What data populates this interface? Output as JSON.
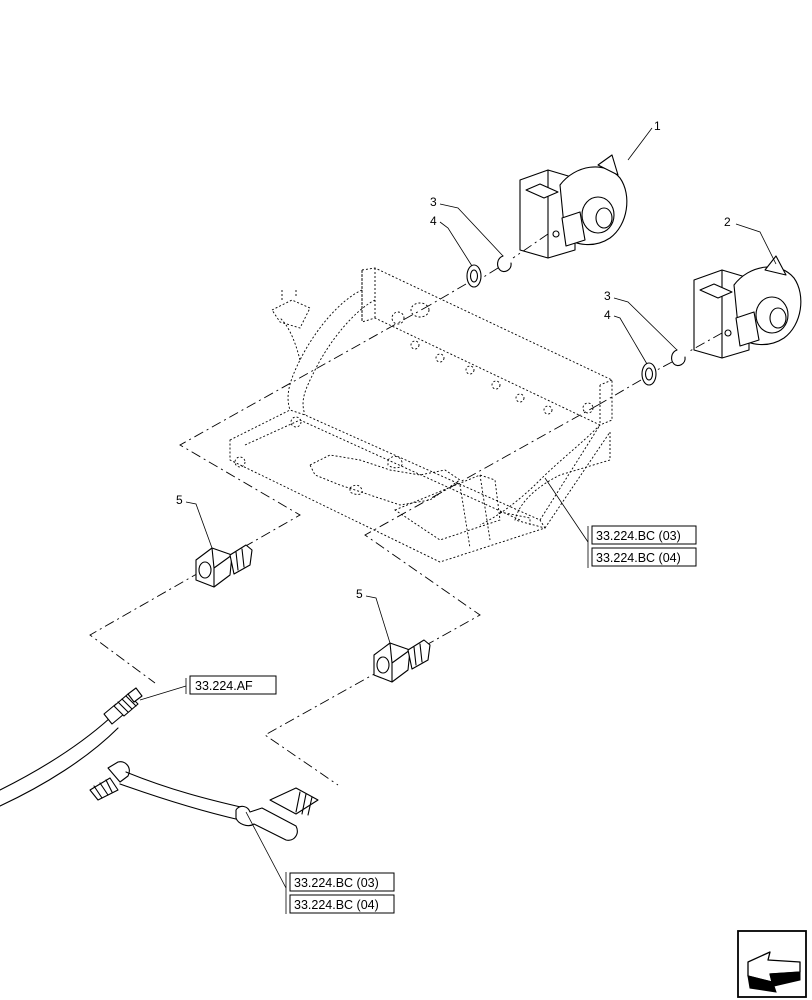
{
  "callouts": {
    "c1": "1",
    "c2": "2",
    "c3a": "3",
    "c4a": "4",
    "c3b": "3",
    "c4b": "4",
    "c5a": "5",
    "c5b": "5"
  },
  "references": {
    "frame_ref_1": "33.224.BC (03)",
    "frame_ref_2": "33.224.BC (04)",
    "hose_ref": "33.224.AF",
    "pipe_ref_1": "33.224.BC (03)",
    "pipe_ref_2": "33.224.BC (04)"
  },
  "icons": {
    "nav": "page-next-arrow-icon"
  }
}
